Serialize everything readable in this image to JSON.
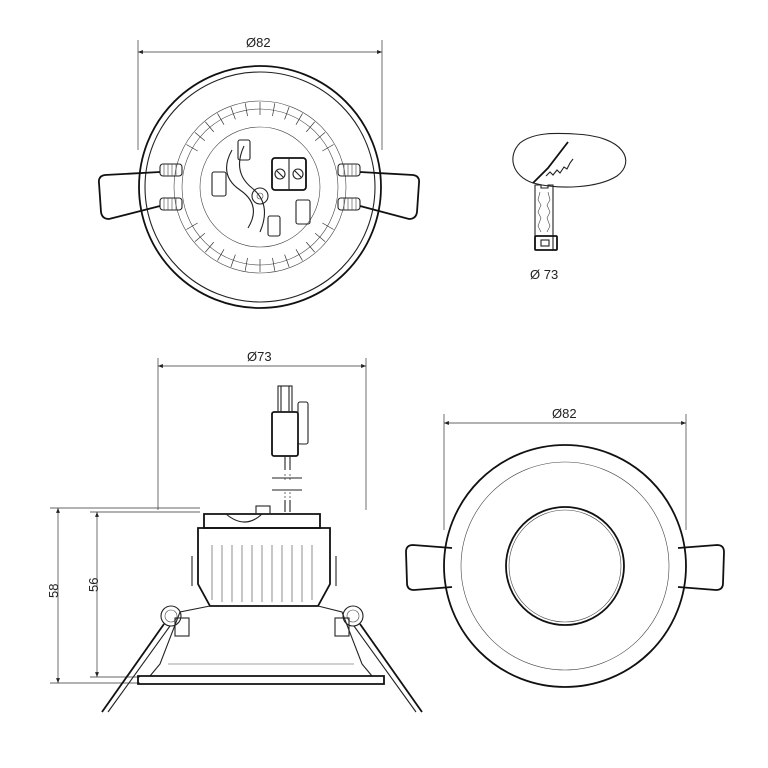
{
  "dimensions": {
    "top_view_diameter": "Ø82",
    "cutout_diameter": "Ø 73",
    "side_view_diameter": "Ø73",
    "front_view_diameter": "Ø82",
    "total_height": "58",
    "body_height": "56"
  },
  "colors": {
    "line": "#222222",
    "background": "#ffffff"
  },
  "icons": {
    "diameter_symbol": "diameter-icon",
    "saw_blade": "saw-icon"
  }
}
